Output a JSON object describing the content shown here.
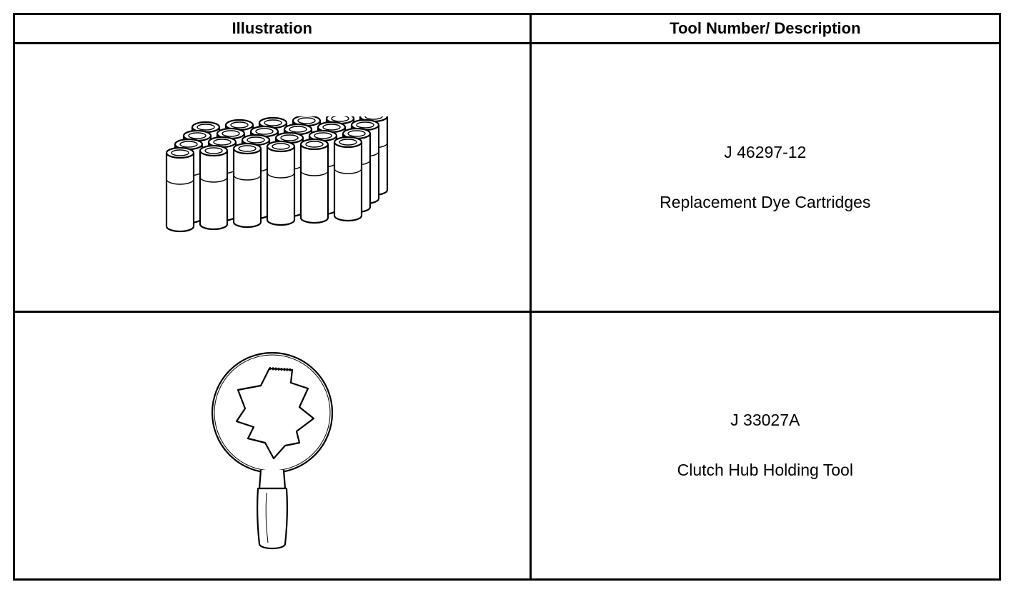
{
  "table": {
    "headers": {
      "illustration": "Illustration",
      "description": "Tool Number/ Description"
    },
    "rows": [
      {
        "tool_number": "J 46297-12",
        "tool_name": "Replacement Dye Cartridges",
        "illustration_icon": "dye-cartridges-icon"
      },
      {
        "tool_number": "J 33027A",
        "tool_name": "Clutch Hub Holding Tool",
        "illustration_icon": "clutch-hub-holding-tool-icon"
      }
    ]
  },
  "colors": {
    "line": "#000000",
    "background": "#ffffff"
  }
}
